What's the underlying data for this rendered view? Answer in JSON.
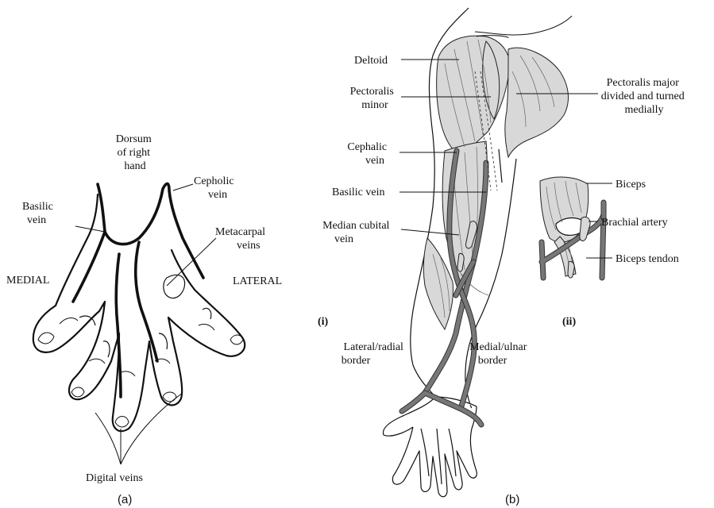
{
  "panel_a": {
    "caption": "(a)",
    "labels": {
      "dorsum": [
        "Dorsum",
        "of right",
        "hand"
      ],
      "cephalic": [
        "Cepholic",
        "vein"
      ],
      "basilic": [
        "Basilic",
        "vein"
      ],
      "metacarpal": [
        "Metacarpal",
        "veins"
      ],
      "medial": "MEDIAL",
      "lateral": "LATERAL",
      "digital": "Digital veins"
    }
  },
  "panel_b": {
    "caption": "(b)",
    "sub_i": "(i)",
    "sub_ii": "(ii)",
    "labels": {
      "deltoid": "Deltoid",
      "pect_minor": [
        "Pectoralis",
        "minor"
      ],
      "pect_major": [
        "Pectoralis major",
        "divided and turned",
        "medially"
      ],
      "cephalic": [
        "Cephalic",
        "vein"
      ],
      "basilic": "Basilic vein",
      "median_cubital": [
        "Median cubital",
        "vein"
      ],
      "lateral_border": [
        "Lateral/radial",
        "border"
      ],
      "medial_border": [
        "Medial/ulnar",
        "border"
      ],
      "biceps": "Biceps",
      "brachial_artery": "Brachial artery",
      "biceps_tendon": "Biceps tendon"
    }
  }
}
